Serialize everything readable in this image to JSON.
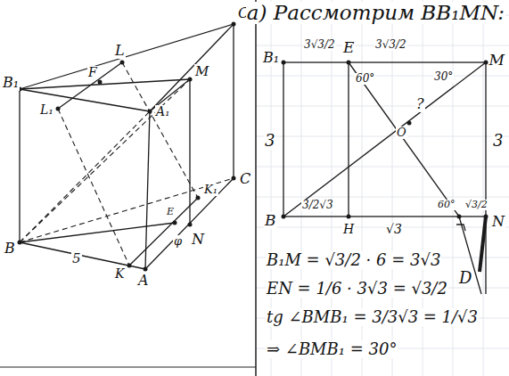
{
  "diagram": {
    "labels": [
      "C₁",
      "L",
      "B₁",
      "F",
      "M",
      "L₁",
      "A₁",
      "K₁",
      "C",
      "E",
      "N",
      "B",
      "5",
      "K",
      "A",
      "φ",
      "а) Рассмотрим BB₁MN:",
      "B₁",
      "3√3/2",
      "E",
      "3√3/2",
      "M",
      "60°",
      "30°",
      "?",
      "O",
      "3",
      "3",
      "B",
      "3/2√3",
      "H",
      "√3",
      "60°",
      "√3/2",
      "N",
      "D",
      "B₁M = √3/2 · 6 = 3√3",
      "EN = 1/6 · 3√3 = √3/2",
      "tg ∠BMB₁ = 3/3√3 = 1/√3",
      "⇒ ∠BMB₁ = 30°"
    ]
  }
}
